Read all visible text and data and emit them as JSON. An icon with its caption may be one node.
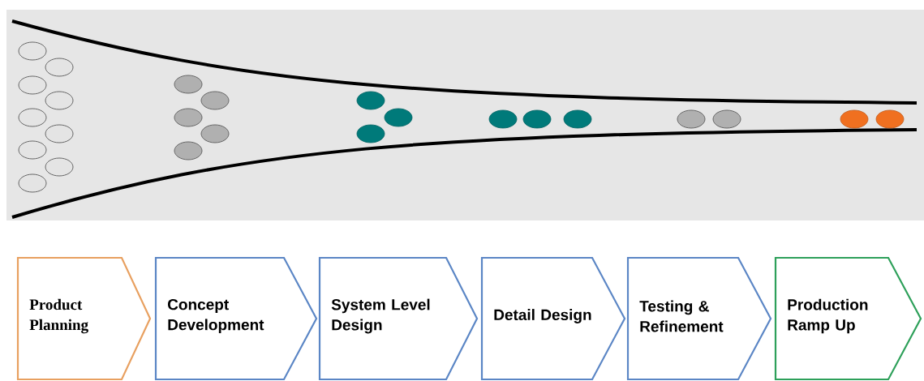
{
  "diagram": {
    "nodes": [
      {
        "text": [
          "Product Planning"
        ]
      },
      {
        "text": [
          "Concept Development"
        ]
      },
      {
        "text": [
          "System Level Design"
        ]
      },
      {
        "text": [
          "Detail Design"
        ]
      },
      {
        "text": [
          "Testing & Refinement"
        ]
      },
      {
        "text": [
          "Production Ramp Up"
        ]
      }
    ]
  }
}
